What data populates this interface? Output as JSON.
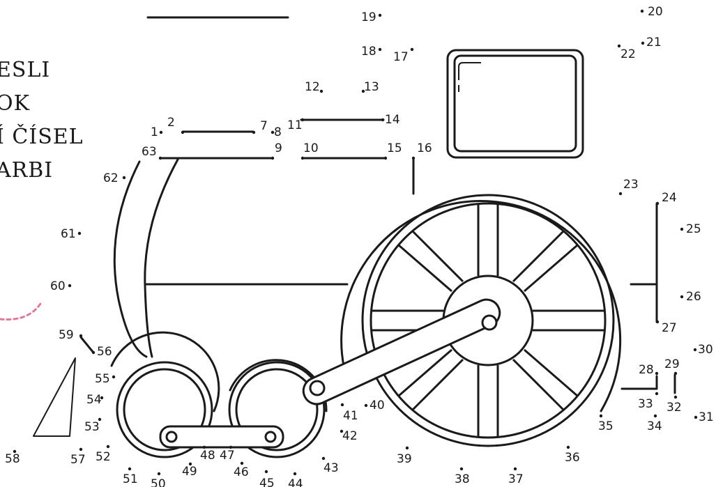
{
  "title_lines": [
    "ESLI",
    "OK",
    "Í ČÍSEL",
    "ARBI"
  ],
  "dots": [
    {
      "n": "1"
    },
    {
      "n": "2"
    },
    {
      "n": "7"
    },
    {
      "n": "8"
    },
    {
      "n": "9"
    },
    {
      "n": "10"
    },
    {
      "n": "11"
    },
    {
      "n": "12"
    },
    {
      "n": "13"
    },
    {
      "n": "14"
    },
    {
      "n": "15"
    },
    {
      "n": "16"
    },
    {
      "n": "17"
    },
    {
      "n": "18"
    },
    {
      "n": "19"
    },
    {
      "n": "20"
    },
    {
      "n": "21"
    },
    {
      "n": "22"
    },
    {
      "n": "23"
    },
    {
      "n": "24"
    },
    {
      "n": "25"
    },
    {
      "n": "26"
    },
    {
      "n": "27"
    },
    {
      "n": "28"
    },
    {
      "n": "29"
    },
    {
      "n": "30"
    },
    {
      "n": "31"
    },
    {
      "n": "32"
    },
    {
      "n": "33"
    },
    {
      "n": "34"
    },
    {
      "n": "35"
    },
    {
      "n": "36"
    },
    {
      "n": "37"
    },
    {
      "n": "38"
    },
    {
      "n": "39"
    },
    {
      "n": "40"
    },
    {
      "n": "41"
    },
    {
      "n": "42"
    },
    {
      "n": "43"
    },
    {
      "n": "44"
    },
    {
      "n": "45"
    },
    {
      "n": "46"
    },
    {
      "n": "47"
    },
    {
      "n": "48"
    },
    {
      "n": "49"
    },
    {
      "n": "50"
    },
    {
      "n": "51"
    },
    {
      "n": "52"
    },
    {
      "n": "53"
    },
    {
      "n": "54"
    },
    {
      "n": "55"
    },
    {
      "n": "56"
    },
    {
      "n": "57"
    },
    {
      "n": "58"
    },
    {
      "n": "59"
    },
    {
      "n": "60"
    },
    {
      "n": "61"
    },
    {
      "n": "62"
    },
    {
      "n": "63"
    }
  ],
  "colors": {
    "ink": "#1a1a1a",
    "accent_dash": "#e07a9a"
  }
}
